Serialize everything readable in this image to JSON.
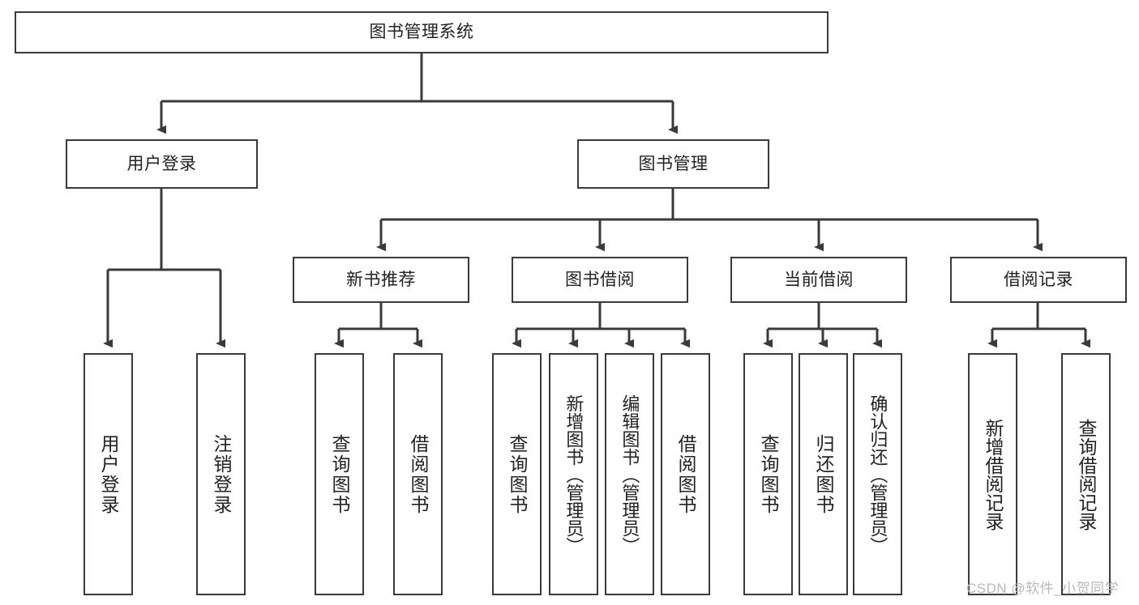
{
  "diagram": {
    "title": "图书管理系统",
    "type": "hierarchy-tree",
    "root": {
      "label": "图书管理系统"
    },
    "level2": [
      {
        "label": "用户登录"
      },
      {
        "label": "图书管理"
      }
    ],
    "level3": [
      {
        "label": "新书推荐"
      },
      {
        "label": "图书借阅"
      },
      {
        "label": "当前借阅"
      },
      {
        "label": "借阅记录"
      }
    ],
    "leaves": {
      "user_login": [
        {
          "label": "用户登录"
        },
        {
          "label": "注销登录"
        }
      ],
      "new_book_recommend": [
        {
          "label": "查询图书"
        },
        {
          "label": "借阅图书"
        }
      ],
      "book_borrow": [
        {
          "label": "查询图书"
        },
        {
          "label": "新增图书（管理员）"
        },
        {
          "label": "编辑图书（管理员）"
        },
        {
          "label": "借阅图书"
        }
      ],
      "current_borrow": [
        {
          "label": "查询图书"
        },
        {
          "label": "归还图书"
        },
        {
          "label": "确认归还（管理员）"
        }
      ],
      "borrow_records": [
        {
          "label": "新增借阅记录"
        },
        {
          "label": "查询借阅记录"
        }
      ]
    }
  },
  "watermark": {
    "text": "CSDN @软件_小贺同学"
  },
  "colors": {
    "stroke": "#3a3a3a",
    "box_fill": "#ffffff",
    "text": "#222222",
    "watermark": "#b9b9b9",
    "background": "#ffffff"
  }
}
